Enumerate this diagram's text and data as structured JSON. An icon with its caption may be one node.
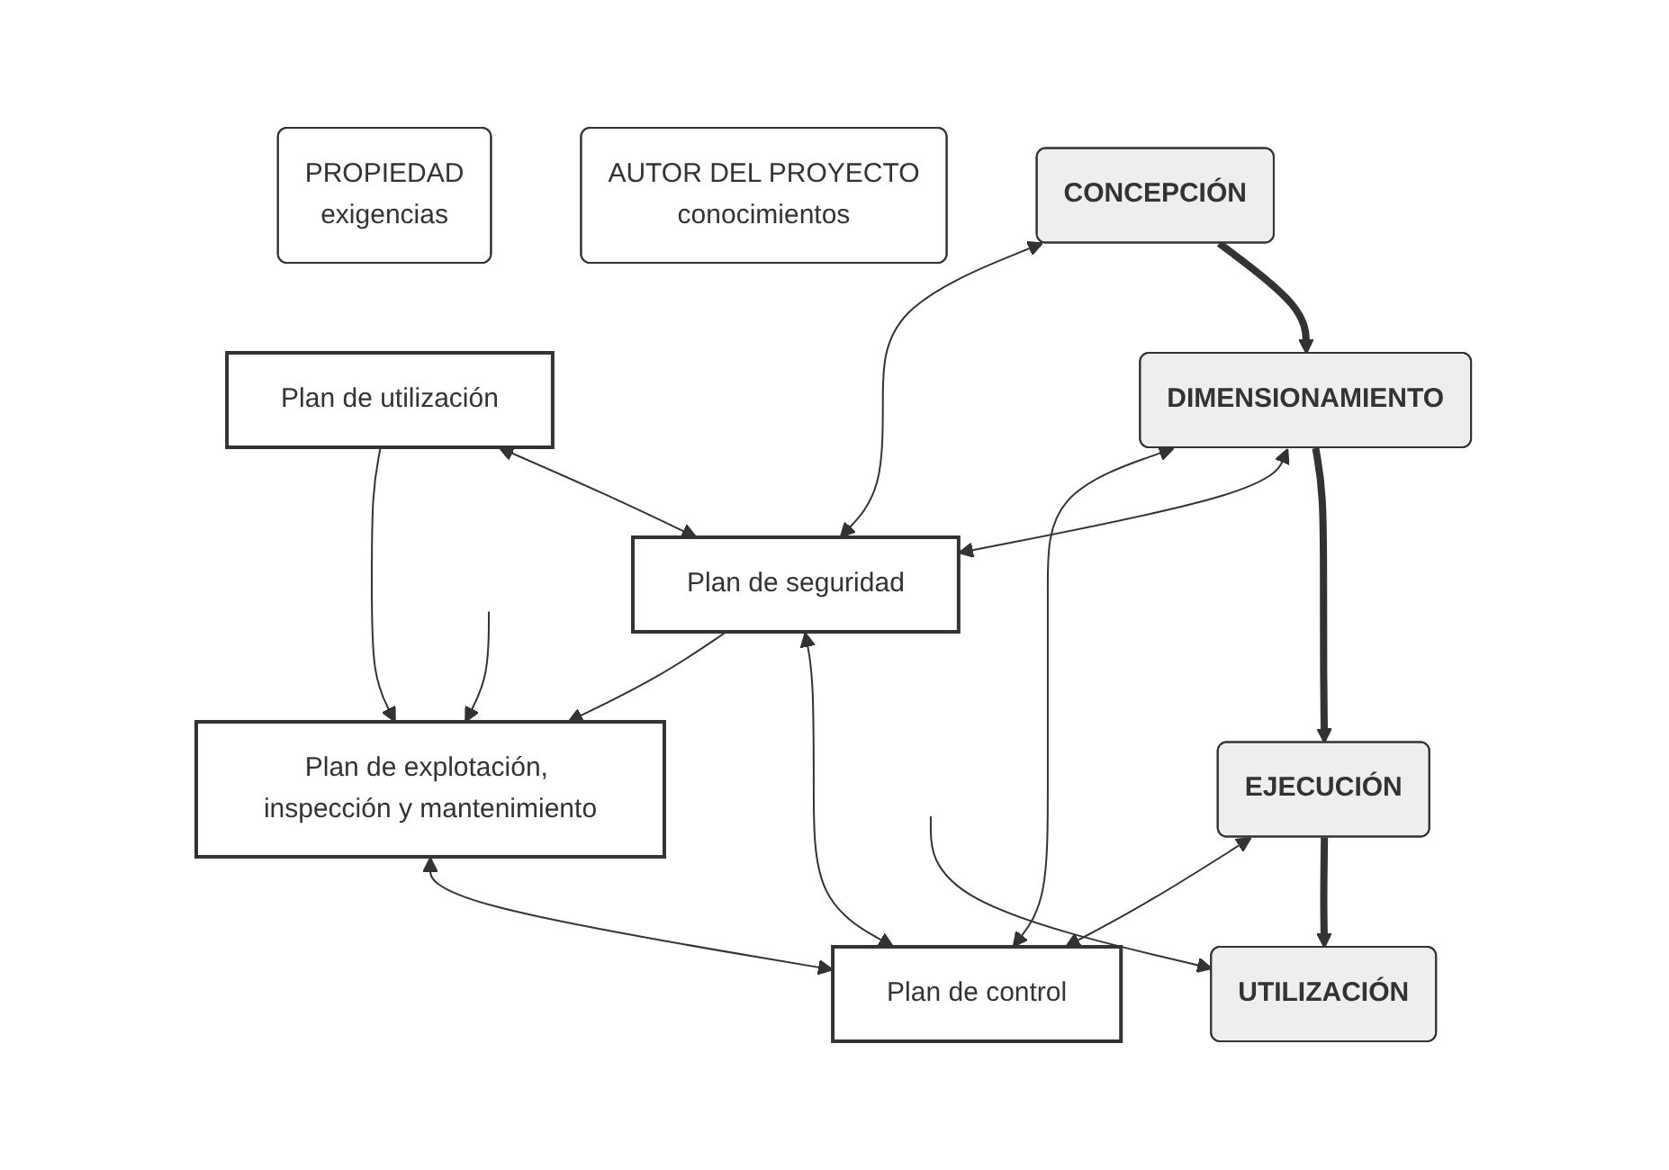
{
  "diagram": {
    "nodes": [
      {
        "text": [
          "PROPIEDAD",
          "exigencias"
        ]
      },
      {
        "text": [
          "AUTOR DEL PROYECTO",
          "conocimientos"
        ]
      },
      {
        "text": [
          "Plan de utilización"
        ]
      },
      {
        "text": [
          "CONCEPCIÓN"
        ]
      },
      {
        "text": [
          "DIMENSIONAMIENTO"
        ]
      },
      {
        "text": [
          "Plan de seguridad"
        ]
      },
      {
        "text": [
          "EJECUCIÓN"
        ]
      },
      {
        "text": [
          "Plan de control"
        ]
      },
      {
        "text": [
          "UTILIZACIÓN"
        ]
      },
      {
        "text": [
          "Plan de explotación, inspección y mantenimiento"
        ]
      }
    ],
    "edges": [
      {
        "from": 3,
        "to": 4,
        "arrow": "to",
        "style": "thick"
      },
      {
        "from": 4,
        "to": 6,
        "arrow": "to",
        "style": "thick"
      },
      {
        "from": 6,
        "to": 8,
        "arrow": "to",
        "style": "thick"
      },
      {
        "from": 2,
        "to": 5,
        "arrow": "both"
      },
      {
        "from": 3,
        "to": 5,
        "arrow": "both"
      },
      {
        "from": 2,
        "to": 9,
        "arrow": "to"
      },
      {
        "from": 4,
        "to": 5,
        "arrow": "both"
      },
      {
        "from": 4,
        "to": 7,
        "arrow": "both"
      },
      {
        "from": 5,
        "to": 7,
        "arrow": "both"
      },
      {
        "from": 6,
        "to": 7,
        "arrow": "both"
      },
      {
        "from": 5,
        "to": 9,
        "arrow": "to"
      },
      {
        "from": 9,
        "to": 7,
        "arrow": "both"
      },
      {
        "from": null,
        "to": 8,
        "arrow": "to"
      },
      {
        "from": null,
        "to": 9,
        "arrow": "to"
      }
    ]
  }
}
